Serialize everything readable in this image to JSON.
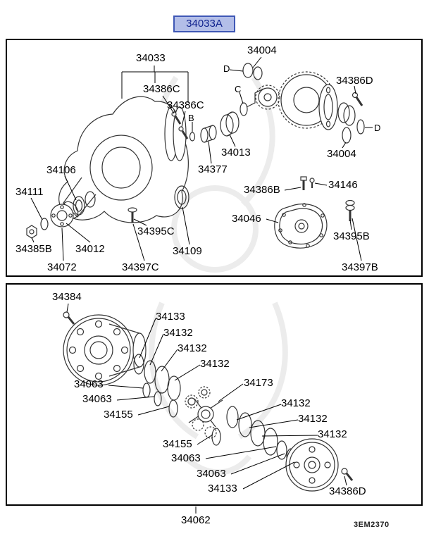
{
  "selected_part": {
    "text": "34033A"
  },
  "upper_panel": {
    "labels": [
      "34033",
      "34004",
      "D",
      "34386D",
      "34386C",
      "34386C",
      "C",
      "B",
      "34013",
      "34004",
      "D",
      "34377",
      "34106",
      "34111",
      "34386B",
      "34146",
      "34046",
      "34385B",
      "34012",
      "34395C",
      "34109",
      "34395B",
      "34072",
      "34397C",
      "34397B"
    ]
  },
  "lower_panel": {
    "labels": [
      "34384",
      "34133",
      "34132",
      "34132",
      "34132",
      "34063",
      "34173",
      "34063",
      "34155",
      "34132",
      "34132",
      "34155",
      "34132",
      "34063",
      "34063",
      "34133",
      "34386D"
    ]
  },
  "footer": {
    "assembly_number": "34062",
    "drawing_code": "3EM2370"
  },
  "colors": {
    "highlight_bg": "#b3bee8",
    "highlight_border": "#3e57b5",
    "highlight_text": "#0d1f8c",
    "panel_border": "#000000",
    "label_text": "#000000",
    "part_line": "#333333",
    "watermark": "#ececec"
  }
}
